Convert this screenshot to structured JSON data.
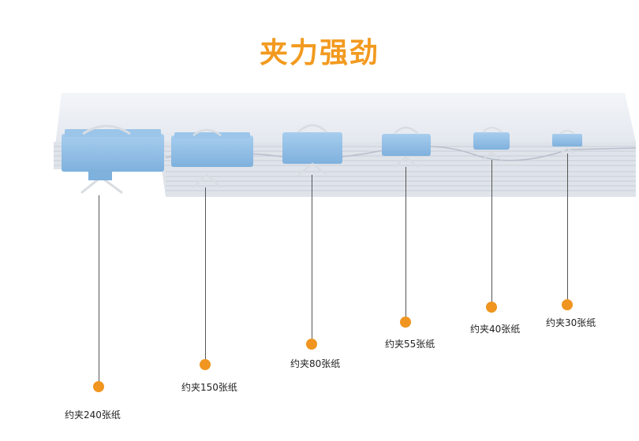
{
  "title": "夹力强劲",
  "colors": {
    "accent": "#f0951f",
    "clip_blue": "#8dbde6",
    "paper": "#eef0f4"
  },
  "callouts": [
    {
      "label": "约夹240张纸"
    },
    {
      "label": "约夹150张纸"
    },
    {
      "label": "约夹80张纸"
    },
    {
      "label": "约夹55张纸"
    },
    {
      "label": "约夹40张纸"
    },
    {
      "label": "约夹30张纸"
    }
  ]
}
